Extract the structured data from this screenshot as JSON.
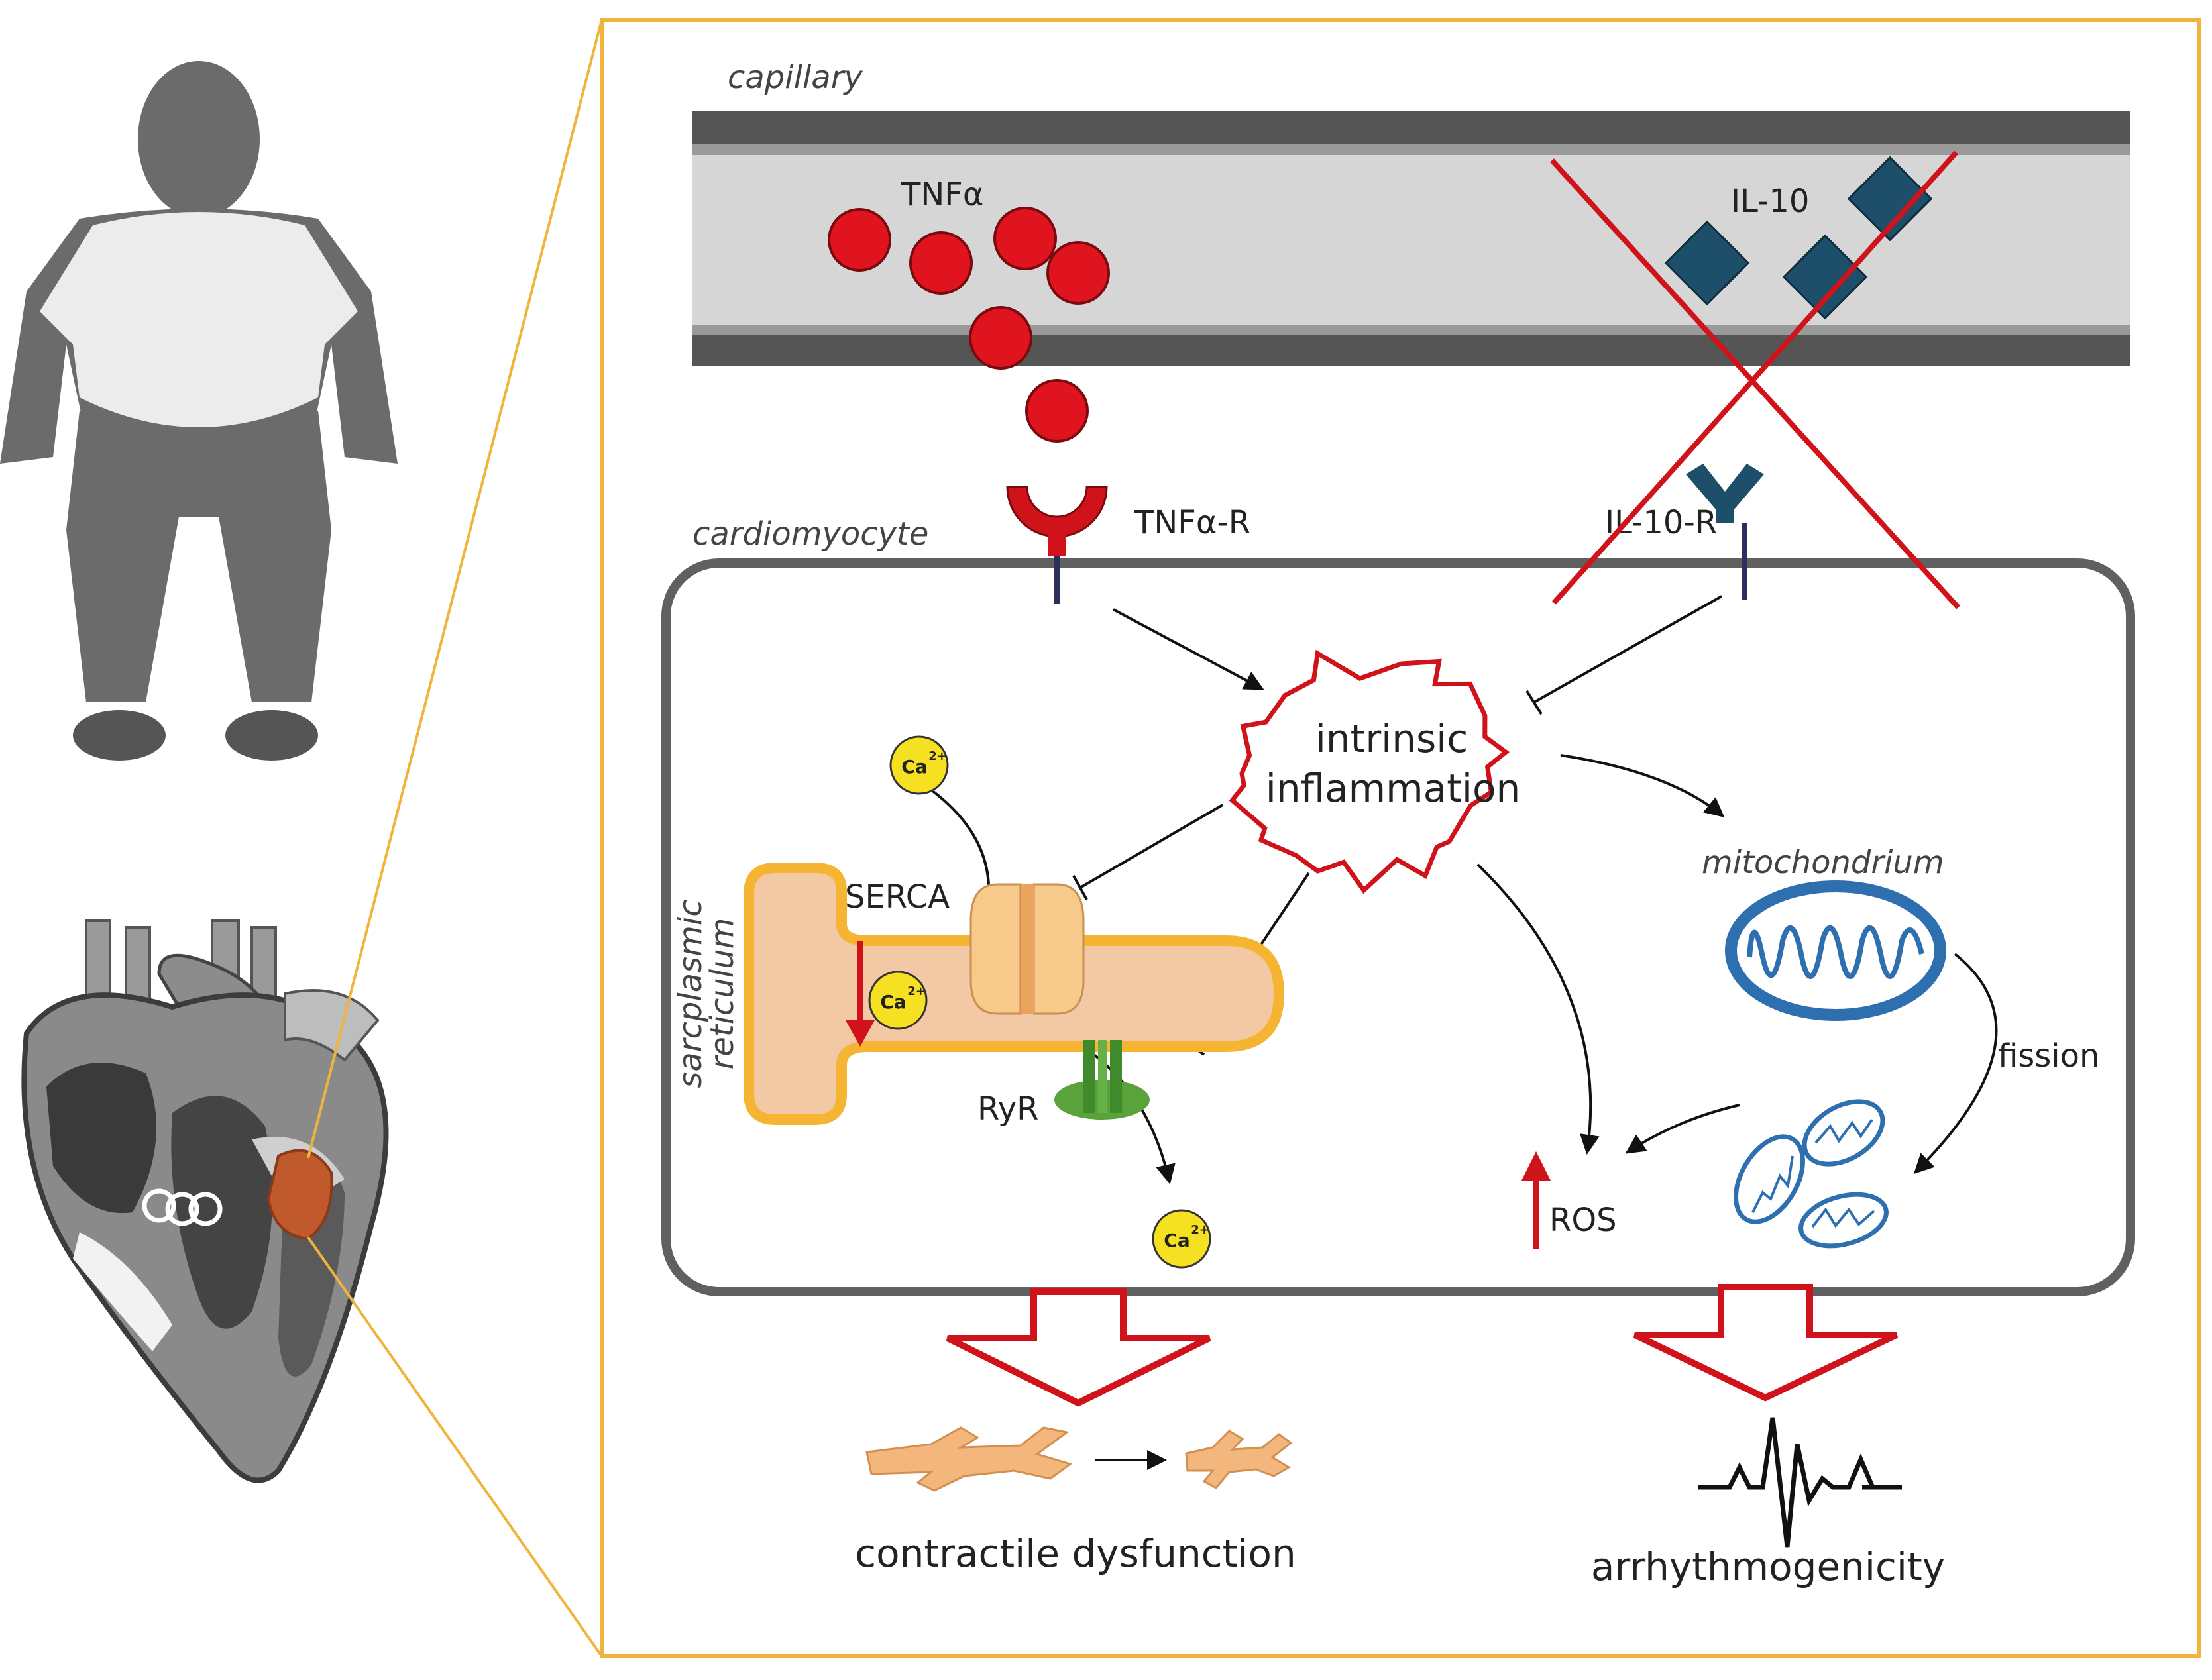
{
  "labels": {
    "capillary": "capillary",
    "tnfa": "TNFα",
    "il10": "IL-10",
    "tnfa_r": "TNFα-R",
    "il10_r": "IL-10-R",
    "cardiomyocyte": "cardiomyocyte",
    "intrinsic_1": "intrinsic",
    "intrinsic_2": "inflammation",
    "serca": "SERCA",
    "ryr": "RyR",
    "sr_1": "sarcplasmic",
    "sr_2": "reticulum",
    "mitochondrium": "mitochondrium",
    "fission": "fission",
    "ros": "ROS",
    "ca": "Ca",
    "ca_sup": "2+",
    "outcome_left": "contractile dysfunction",
    "outcome_right": "arrhythmogenicity"
  },
  "colors": {
    "frame": "#f0b43c",
    "inflammation_red": "#d0121b",
    "il10_blue": "#1d4e6a",
    "receptor_navy": "#2c2f5c",
    "cell_border": "#606060",
    "sr_fill": "#f2c9a4",
    "sr_border": "#f5b533",
    "calcium": "#f5e021",
    "ryr_green": "#5aa23a",
    "mito_blue": "#2e6fb0"
  }
}
